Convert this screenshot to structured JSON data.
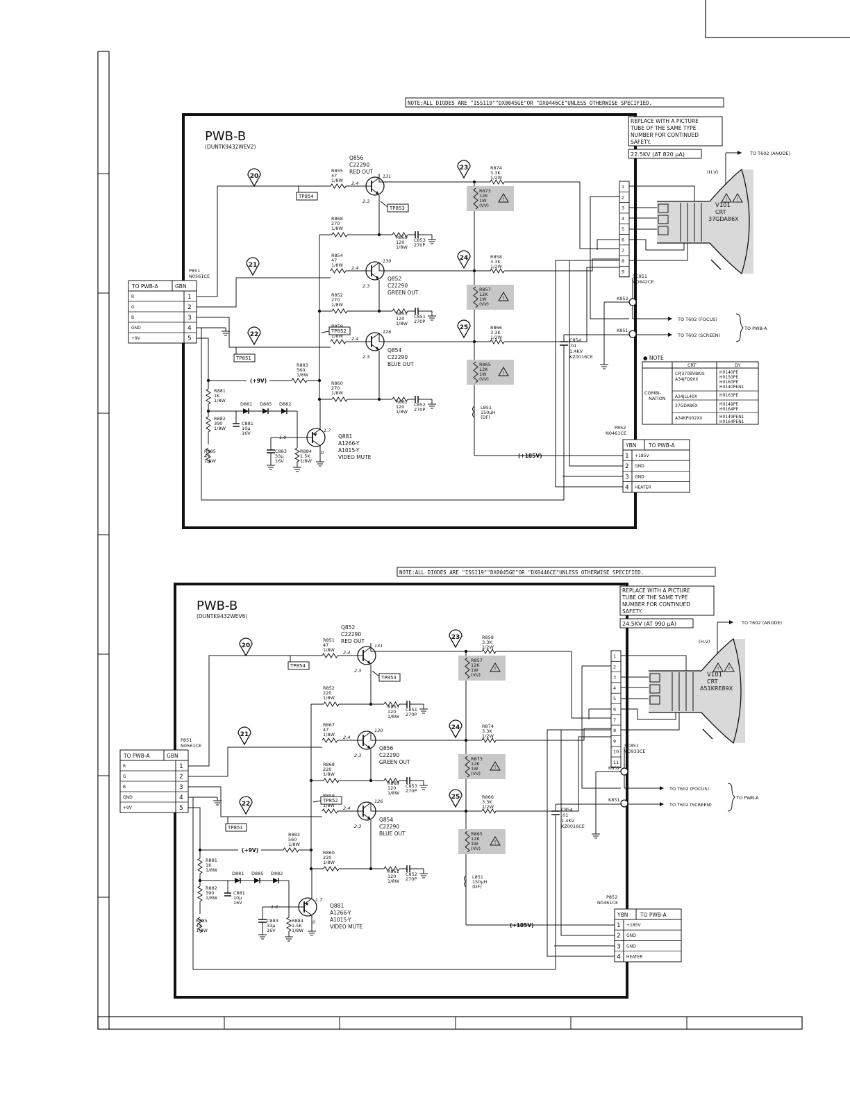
{
  "frame": {
    "row_marks": [
      "",
      "",
      "",
      "",
      "",
      "",
      "",
      "",
      ""
    ],
    "col_marks": [
      "",
      "",
      "",
      "",
      "",
      ""
    ]
  },
  "schematics": [
    {
      "id": "top",
      "note": "NOTE:ALL DIODES ARE \"ISS119\"\"DX0045GE\"OR \"DX0446CE\"UNLESS OTHERWISE SPECIFIED.",
      "board_title": "PWB-B",
      "board_code": "(DUNTK9432WEV2)",
      "replace_note": [
        "REPLACE WITH A PICTURE",
        "TUBE OF THE SAME TYPE",
        "NUMBER FOR CONTINUED",
        "SAFETY."
      ],
      "hv_rating": "22.5KV (AT 820 µA)",
      "anode_label": "TO T602 (ANODE)",
      "hv_label": "(H.V)",
      "crt": {
        "ref": "V101",
        "type": "CRT",
        "model": "37GDA86X"
      },
      "socket": {
        "ref": "SC851",
        "part": "VO842CE",
        "pins": [
          "1",
          "2",
          "3",
          "4",
          "5",
          "6",
          "7",
          "8",
          "9"
        ]
      },
      "input_connector": {
        "ref": "P851",
        "part": "N0561CE",
        "header": "TO PWB-A",
        "code": "GBN",
        "rows": [
          [
            "R",
            "1"
          ],
          [
            "G",
            "2"
          ],
          [
            "B",
            "3"
          ],
          [
            "GND",
            "4"
          ],
          [
            "+9V",
            "5"
          ]
        ]
      },
      "output_connector": {
        "ref": "P852",
        "part": "N0461CE",
        "header": "TO PWB-A",
        "code": "YBN",
        "rows": [
          [
            "1",
            "+185V"
          ],
          [
            "2",
            "GND"
          ],
          [
            "3",
            "GND"
          ],
          [
            "4",
            "HEATER"
          ]
        ]
      },
      "focus_label": "TO T602 (FOCUS)",
      "screen_label": "TO T602 (SCREEN)",
      "pwba_label": "TO PWB-A",
      "k_focus": "K852",
      "k_screen": "K851",
      "c854": [
        "C854",
        ".01",
        "1.4KV",
        "KZ0016CE"
      ],
      "transistors": [
        {
          "ref": "Q856",
          "part": "C22290",
          "fn": "RED OUT",
          "vb": "2.4",
          "ve": "2.3",
          "vc": "131"
        },
        {
          "ref": "Q852",
          "part": "C22290",
          "fn": "GREEN OUT",
          "vb": "2.4",
          "ve": "2.3",
          "vc": "130"
        },
        {
          "ref": "Q854",
          "part": "C22290",
          "fn": "BLUE OUT",
          "vb": "2.4",
          "ve": "2.3",
          "vc": "126"
        }
      ],
      "base_resistors": [
        [
          "R855",
          "47",
          "1/8W"
        ],
        [
          "R854",
          "47",
          "1/8W"
        ],
        [
          "R859",
          "47",
          "1/8W"
        ]
      ],
      "emitter_resistors": [
        [
          "R868",
          "270",
          "1/8W"
        ],
        [
          "R852",
          "270",
          "1/8W"
        ],
        [
          "R860",
          "270",
          "1/8W"
        ]
      ],
      "rc_resistors": [
        [
          "R869",
          "120",
          "1/8W"
        ],
        [
          "R853",
          "120",
          "1/8W"
        ],
        [
          "R861",
          "120",
          "1/8W"
        ]
      ],
      "rc_caps": [
        [
          "C853",
          "270P"
        ],
        [
          "C851",
          "270P"
        ],
        [
          "C852",
          "270P"
        ]
      ],
      "load_resistors": [
        [
          "R874",
          "3.3K",
          "1/2W"
        ],
        [
          "R858",
          "3.3K",
          "1/2W"
        ],
        [
          "R866",
          "3.3K",
          "1/2W"
        ]
      ],
      "vv_resistors": [
        [
          "R873",
          "12K",
          "1W",
          "(VV)"
        ],
        [
          "R857",
          "12K",
          "1W",
          "(VV)"
        ],
        [
          "R865",
          "12K",
          "1W",
          "(VV)"
        ]
      ],
      "tps": [
        "TP854",
        "TP853",
        "TP852",
        "TP851"
      ],
      "markers": [
        "20",
        "21",
        "22",
        "23",
        "24",
        "25"
      ],
      "mute": {
        "ref": "Q881",
        "parts": [
          "A1266-Y",
          "A1015-Y"
        ],
        "fn": "VIDEO MUTE",
        "vb": "1.0",
        "ve": "1.7",
        "vc": "0"
      },
      "r883": [
        "R883",
        "560",
        "1/8W"
      ],
      "plus9": "(+9V)",
      "plus185": "(+185V)",
      "r881": [
        "R881",
        "1K",
        "1/8W"
      ],
      "r882": [
        "R882",
        "390",
        "1/8W"
      ],
      "r885": [
        "R885",
        "47",
        "1/8W"
      ],
      "r884": [
        "R884",
        "1.5K",
        "1/8W"
      ],
      "c881": [
        "C881",
        "10µ",
        "16V"
      ],
      "c883": [
        "C883",
        "33µ",
        "16V"
      ],
      "diodes": [
        "D881",
        "D885",
        "D882"
      ],
      "coil": [
        "L851",
        "150µH",
        "(DF)"
      ],
      "combo": {
        "title": "● NOTE",
        "head": [
          "CRT",
          "DY"
        ],
        "side": "COMBI-\nNATION",
        "rows": [
          [
            "CPJ370BVBKIS\nA34JFQ90X",
            "H0140PE\nH0150PE\nH0160PE\nH0140PEN1"
          ],
          [
            "A34JLL40X",
            "H0163PE"
          ],
          [
            "37GDA86X",
            "H0149PE\nH0164PE"
          ],
          [
            "A34KPU02XX",
            "H0149PEN1\nH0164PEN1"
          ]
        ]
      }
    },
    {
      "id": "bottom",
      "note": "NOTE:ALL DIODES ARE \"ISS119\"\"DX0045GE\"OR \"DX0446CE\"UNLESS OTHERWISE SPECIFIED.",
      "board_title": "PWB-B",
      "board_code": "(DUNTK9432WEV6)",
      "replace_note": [
        "REPLACE WITH A PICTURE",
        "TUBE OF THE SAME TYPE",
        "NUMBER FOR CONTINUED",
        "SAFETY."
      ],
      "hv_rating": "24.5KV (AT 990 µA)",
      "anode_label": "TO T602 (ANODE)",
      "hv_label": "(H.V)",
      "crt": {
        "ref": "V101",
        "type": "CRT",
        "model": "A51KRE89X"
      },
      "socket": {
        "ref": "SC851",
        "part": "VO933CE",
        "pins": [
          "1",
          "2",
          "3",
          "4",
          "5",
          "6",
          "7",
          "8",
          "9",
          "10",
          "11"
        ]
      },
      "input_connector": {
        "ref": "P851",
        "part": "N0561CE",
        "header": "TO PWB-A",
        "code": "GBN",
        "rows": [
          [
            "R",
            "1"
          ],
          [
            "G",
            "2"
          ],
          [
            "B",
            "3"
          ],
          [
            "GND",
            "4"
          ],
          [
            "+9V",
            "5"
          ]
        ]
      },
      "output_connector": {
        "ref": "P852",
        "part": "N0461CE",
        "header": "TO PWB-A",
        "code": "YBN",
        "rows": [
          [
            "1",
            "+185V"
          ],
          [
            "2",
            "GND"
          ],
          [
            "3",
            "GND"
          ],
          [
            "4",
            "HEATER"
          ]
        ]
      },
      "focus_label": "TO T602 (FOCUS)",
      "screen_label": "TO T602 (SCREEN)",
      "pwba_label": "TO PWB-A",
      "k_focus": "K852",
      "k_screen": "K851",
      "c854": [
        "C854",
        ".01",
        "1.4KV",
        "KZ0016CE"
      ],
      "transistors": [
        {
          "ref": "Q852",
          "part": "C22290",
          "fn": "RED OUT",
          "vb": "2.4",
          "ve": "2.3",
          "vc": "131"
        },
        {
          "ref": "Q856",
          "part": "C22290",
          "fn": "GREEN OUT",
          "vb": "2.4",
          "ve": "2.3",
          "vc": "130"
        },
        {
          "ref": "Q854",
          "part": "C22290",
          "fn": "BLUE OUT",
          "vb": "2.4",
          "ve": "2.3",
          "vc": "126"
        }
      ],
      "base_resistors": [
        [
          "R851",
          "47",
          "1/8W"
        ],
        [
          "R867",
          "47",
          "1/8W"
        ],
        [
          "R859",
          "47",
          "1/8W"
        ]
      ],
      "emitter_resistors": [
        [
          "R852",
          "220",
          "1/8W"
        ],
        [
          "R868",
          "220",
          "1/8W"
        ],
        [
          "R860",
          "220",
          "1/8W"
        ]
      ],
      "rc_resistors": [
        [
          "R853",
          "120",
          "1/8W"
        ],
        [
          "R869",
          "120",
          "1/8W"
        ],
        [
          "R861",
          "120",
          "1/8W"
        ]
      ],
      "rc_caps": [
        [
          "C851",
          "270P"
        ],
        [
          "C853",
          "270P"
        ],
        [
          "C852",
          "270P"
        ]
      ],
      "load_resistors": [
        [
          "R858",
          "3.3K",
          "1/2W"
        ],
        [
          "R874",
          "3.3K",
          "1/2W"
        ],
        [
          "R866",
          "3.3K",
          "1/2W"
        ]
      ],
      "vv_resistors": [
        [
          "R857",
          "12K",
          "1W",
          "(VV)"
        ],
        [
          "R873",
          "12K",
          "1W",
          "(VV)"
        ],
        [
          "R865",
          "12K",
          "1W",
          "(VV)"
        ]
      ],
      "tps": [
        "TP854",
        "TP853",
        "TP852",
        "TP851"
      ],
      "markers": [
        "20",
        "21",
        "22",
        "23",
        "24",
        "25"
      ],
      "mute": {
        "ref": "Q881",
        "parts": [
          "A1266-Y",
          "A1015-Y"
        ],
        "fn": "VIDEO MUTE",
        "vb": "1.0",
        "ve": "1.7",
        "vc": "0"
      },
      "r883": [
        "R883",
        "560",
        "1/8W"
      ],
      "plus9": "(+9V)",
      "plus185": "(+185V)",
      "r881": [
        "R881",
        "1K",
        "1/8W"
      ],
      "r882": [
        "R882",
        "390",
        "1/8W"
      ],
      "r885": [
        "R885",
        "47",
        "1/8W"
      ],
      "r884": [
        "R884",
        "1.5K",
        "1/8W"
      ],
      "c881": [
        "C881",
        "10µ",
        "16V"
      ],
      "c883": [
        "C883",
        "33µ",
        "16V"
      ],
      "diodes": [
        "D881",
        "D885",
        "D882"
      ],
      "coil": [
        "L851",
        "150µH",
        "(DF)"
      ],
      "combo": null
    }
  ]
}
